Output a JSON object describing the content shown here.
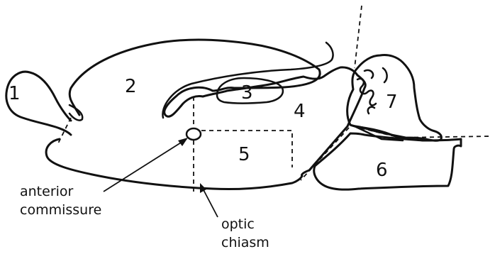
{
  "regions": [
    {
      "id": "1",
      "label": "1"
    },
    {
      "id": "2",
      "label": "2"
    },
    {
      "id": "3",
      "label": "3"
    },
    {
      "id": "4",
      "label": "4"
    },
    {
      "id": "5",
      "label": "5"
    },
    {
      "id": "6",
      "label": "6"
    },
    {
      "id": "7",
      "label": "7"
    }
  ],
  "annotations": {
    "anterior_commissure_line1": "anterior",
    "anterior_commissure_line2": "commissure",
    "optic_chiasm_line1": "optic",
    "optic_chiasm_line2": "chiasm"
  },
  "colors": {
    "ink": "#111111",
    "background": "#ffffff"
  }
}
